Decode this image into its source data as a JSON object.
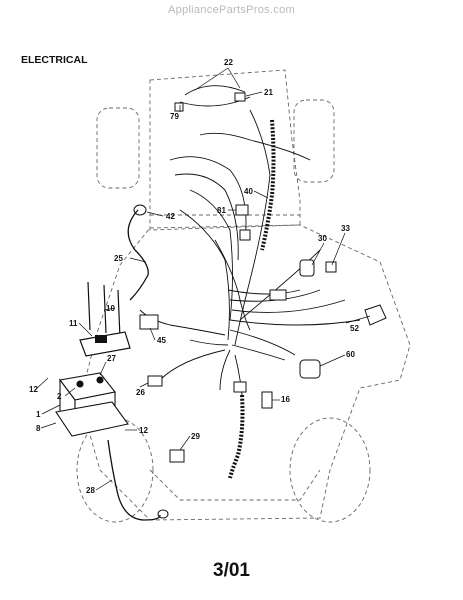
{
  "watermark": "AppliancePartsPros.com",
  "title": "ELECTRICAL",
  "footer_code": "3/01",
  "callouts": {
    "c22": "22",
    "c21": "21",
    "c79": "79",
    "c40": "40",
    "c42": "42",
    "c81": "81",
    "c33": "33",
    "c30": "30",
    "c25": "25",
    "c10": "10",
    "c11": "11",
    "c52": "52",
    "c27": "27",
    "c45": "45",
    "c60": "60",
    "c12a": "12",
    "c2": "2",
    "c1": "1",
    "c26": "26",
    "c16": "16",
    "c8": "8",
    "c12b": "12",
    "c29": "29",
    "c28": "28"
  }
}
